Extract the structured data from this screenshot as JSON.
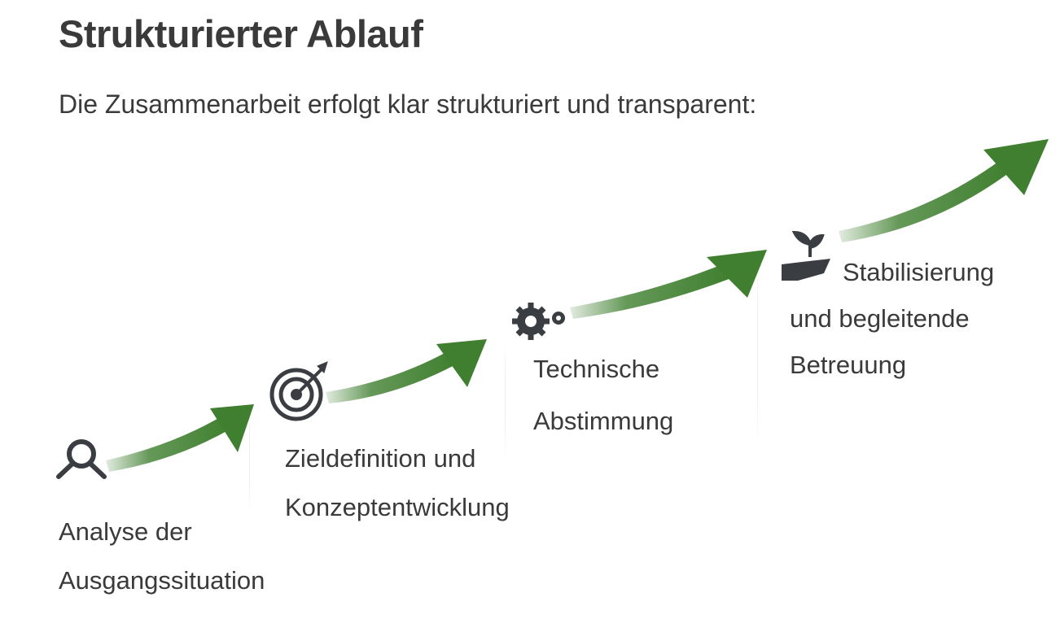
{
  "title": "Strukturierter Ablauf",
  "subtitle": "Die Zusammenarbeit erfolgt klar strukturiert und transparent:",
  "accent_color": "#3f7f2f",
  "steps": [
    {
      "icon": "search-icon",
      "line1": "Analyse der",
      "line2": "Ausgangssituation"
    },
    {
      "icon": "target-icon",
      "line1": "Zieldefinition und",
      "line2": "Konzeptentwicklung"
    },
    {
      "icon": "gears-icon",
      "line1": "Technische",
      "line2": "Abstimmung"
    },
    {
      "icon": "hand-plant-icon",
      "line1": "Stabilisierung",
      "line2": "und begleitende",
      "line3": "Betreuung"
    }
  ]
}
